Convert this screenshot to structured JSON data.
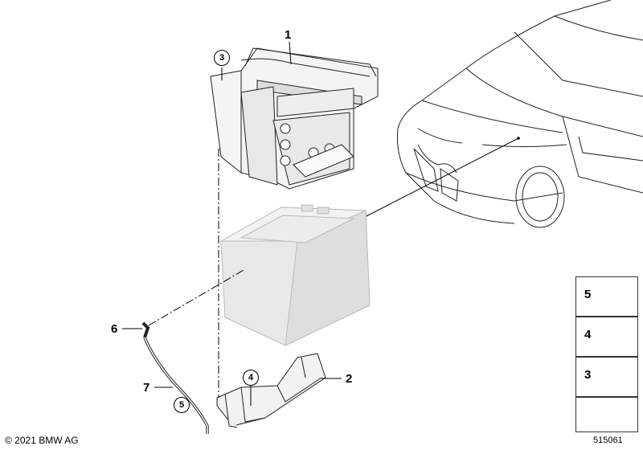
{
  "callouts": {
    "c1": "1",
    "c2": "2",
    "c6": "6",
    "c7": "7"
  },
  "circled": {
    "c3": "3",
    "c4": "4",
    "c5": "5"
  },
  "legend": {
    "items": [
      {
        "num": "5",
        "icon": "clip-icon"
      },
      {
        "num": "4",
        "icon": "bolt-icon"
      },
      {
        "num": "3",
        "icon": "flange-bolt-icon"
      },
      {
        "num": "",
        "icon": "arrow-icon"
      }
    ]
  },
  "footer": {
    "copyright": "© 2021 BMW AG",
    "diagram_id": "515061"
  },
  "colors": {
    "line": "#000000",
    "battery_fill": "#e6e6e6",
    "bracket_fill": "#f2f2f2"
  }
}
